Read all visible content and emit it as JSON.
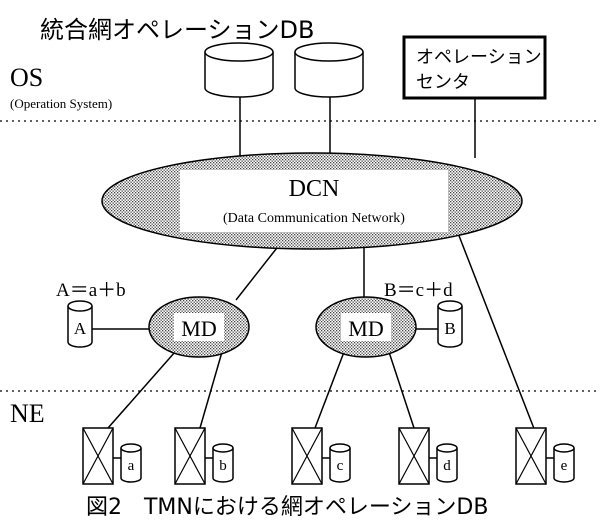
{
  "title": "統合網オペレーションDB",
  "caption": "図2　TMNにおける網オペレーションDB",
  "layers": {
    "os": {
      "label": "OS",
      "sublabel": "(Operation System)"
    },
    "ne": {
      "label": "NE"
    }
  },
  "operation_center": {
    "line1": "オペレーション",
    "line2": "センタ"
  },
  "dcn": {
    "label": "DCN",
    "sublabel": "(Data Communication Network)"
  },
  "md_left": {
    "label": "MD",
    "formula": "A＝a＋b",
    "db": "A"
  },
  "md_right": {
    "label": "MD",
    "formula": "B＝c＋d",
    "db": "B"
  },
  "ne_dbs": [
    "a",
    "b",
    "c",
    "d",
    "e"
  ]
}
